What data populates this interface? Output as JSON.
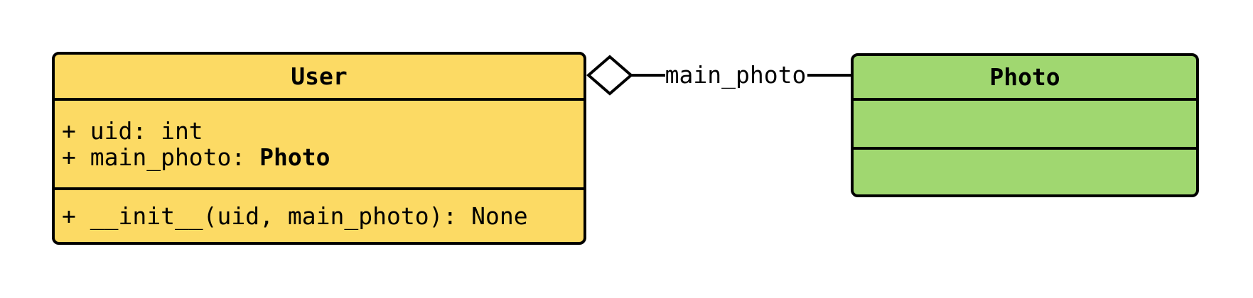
{
  "diagram": {
    "kind": "uml-class-diagram",
    "background_color": "#ffffff",
    "line_color": "#000000"
  },
  "user_class": {
    "title": "User",
    "fill_color": "#FCDA64",
    "attributes": {
      "line1": "+ uid: int",
      "line2_prefix": "+ main_photo: ",
      "line2_type": "Photo"
    },
    "methods": {
      "line1": "+ __init__(uid, main_photo): None"
    }
  },
  "photo_class": {
    "title": "Photo",
    "fill_color": "#A0D770",
    "attributes": {},
    "methods": {}
  },
  "relation": {
    "type": "aggregation",
    "diamond_style": "hollow",
    "label": "main_photo",
    "from": "User",
    "to": "Photo"
  }
}
